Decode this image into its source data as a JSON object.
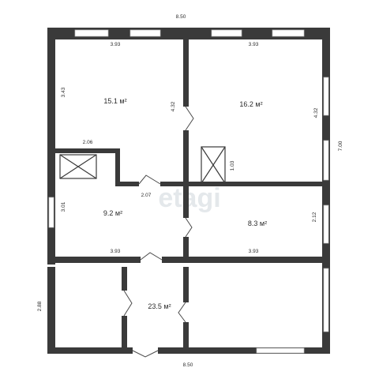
{
  "plan": {
    "dims": {
      "top_total": "8.50",
      "bottom_total": "8.50",
      "right_total": "7.00",
      "left_lower": "2.88",
      "room1_top": "3.93",
      "room1_left": "3.43",
      "room1_right": "4.32",
      "room1_bottom": "2.06",
      "room2_top": "3.93",
      "room2_right": "4.32",
      "vent_box": "1.03",
      "hall_gap": "2.07",
      "room3_left": "3.01",
      "room3_bottom": "3.93",
      "room4_right": "2.12",
      "room4_bottom": "3.93"
    },
    "areas": {
      "room1": "15.1 м²",
      "room2": "16.2 м²",
      "room3": "9.2 м²",
      "room4": "8.3 м²",
      "corridor": "23.5 м²"
    },
    "watermark": "etagi",
    "colors": {
      "wall": "#3a3a3a",
      "window": "#e8e8e8",
      "door": "#4a4a4a",
      "watermark": "#cfd6db"
    }
  }
}
